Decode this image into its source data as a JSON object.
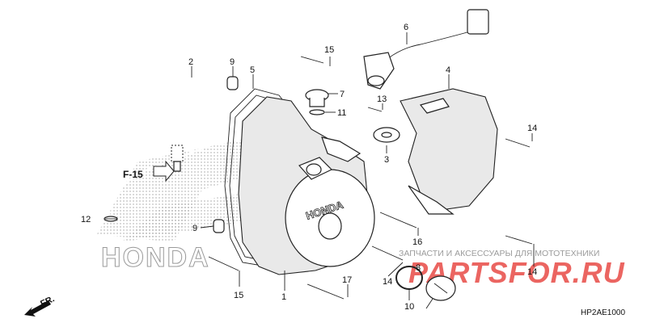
{
  "diagram": {
    "code": "HP2AE1000",
    "ref_label": "F-15",
    "direction_label": "FR.",
    "watermark_brand": "HONDA",
    "cover_brand": "HONDA",
    "watermark_site_caption": "ЗАПЧАСТИ И АКСЕССУАРЫ ДЛЯ МОТОТЕХНИКИ",
    "watermark_site_name": "PARTSFOR.RU",
    "callouts": [
      "1",
      "2",
      "3",
      "4",
      "5",
      "6",
      "7",
      "8",
      "9",
      "9",
      "10",
      "11",
      "12",
      "13",
      "14",
      "14",
      "14",
      "14",
      "15",
      "15",
      "16",
      "17"
    ]
  },
  "colors": {
    "ink": "#222222",
    "watermark_red": "#e5322d",
    "watermark_grey": "#c8c8c8"
  }
}
